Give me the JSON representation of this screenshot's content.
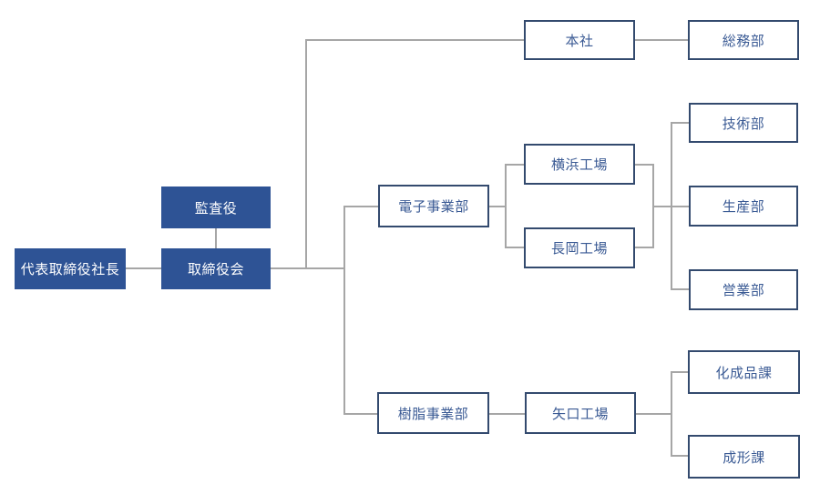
{
  "diagram": {
    "type": "org-chart",
    "language": "ja",
    "colors": {
      "filled_box_bg": "#2E5395",
      "filled_box_text": "#FFFFFF",
      "outline_box_border": "#334A6E",
      "outline_box_text": "#3A5A94",
      "connector": "#A6A6A6",
      "background": "#FFFFFF"
    },
    "nodes": [
      {
        "id": "president",
        "label": "代表取締役社長",
        "style": "filled"
      },
      {
        "id": "auditor",
        "label": "監査役",
        "style": "filled"
      },
      {
        "id": "board",
        "label": "取締役会",
        "style": "filled"
      },
      {
        "id": "head-office",
        "label": "本社",
        "style": "outline"
      },
      {
        "id": "general-affairs-dept",
        "label": "総務部",
        "style": "outline"
      },
      {
        "id": "electronics-division",
        "label": "電子事業部",
        "style": "outline"
      },
      {
        "id": "yokohama-plant",
        "label": "横浜工場",
        "style": "outline"
      },
      {
        "id": "nagaoka-plant",
        "label": "長岡工場",
        "style": "outline"
      },
      {
        "id": "engineering-dept",
        "label": "技術部",
        "style": "outline"
      },
      {
        "id": "production-dept",
        "label": "生産部",
        "style": "outline"
      },
      {
        "id": "sales-dept",
        "label": "営業部",
        "style": "outline"
      },
      {
        "id": "resin-division",
        "label": "樹脂事業部",
        "style": "outline"
      },
      {
        "id": "yaguchi-plant",
        "label": "矢口工場",
        "style": "outline"
      },
      {
        "id": "chemical-products-section",
        "label": "化成品課",
        "style": "outline"
      },
      {
        "id": "molding-section",
        "label": "成形課",
        "style": "outline"
      }
    ],
    "edges": [
      {
        "from": "president",
        "to": "board"
      },
      {
        "from": "auditor",
        "to": "board"
      },
      {
        "from": "board",
        "to": "head-office"
      },
      {
        "from": "head-office",
        "to": "general-affairs-dept"
      },
      {
        "from": "board",
        "to": "electronics-division"
      },
      {
        "from": "board",
        "to": "resin-division"
      },
      {
        "from": "electronics-division",
        "to": "yokohama-plant"
      },
      {
        "from": "electronics-division",
        "to": "nagaoka-plant"
      },
      {
        "from": [
          "yokohama-plant",
          "nagaoka-plant"
        ],
        "to": [
          "engineering-dept",
          "production-dept",
          "sales-dept"
        ]
      },
      {
        "from": "resin-division",
        "to": "yaguchi-plant"
      },
      {
        "from": "yaguchi-plant",
        "to": "chemical-products-section"
      },
      {
        "from": "yaguchi-plant",
        "to": "molding-section"
      }
    ]
  }
}
